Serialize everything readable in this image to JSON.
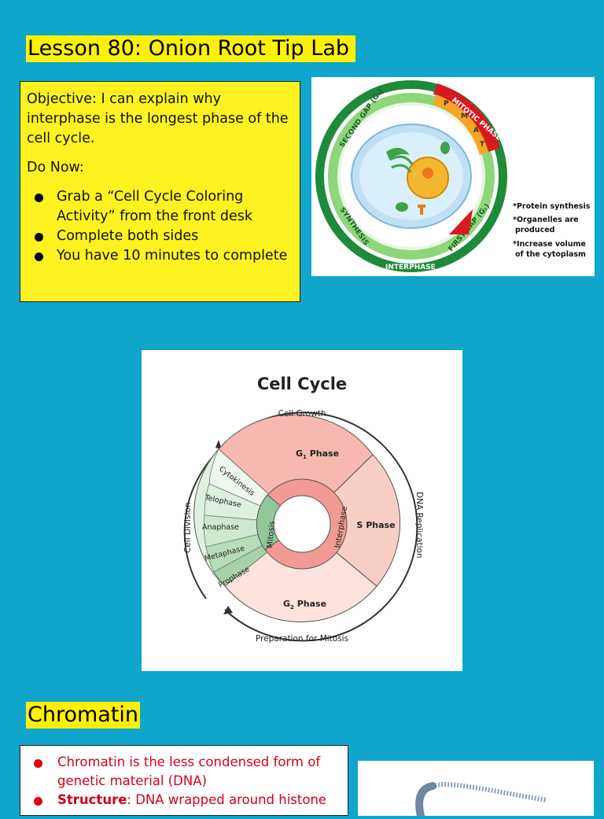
{
  "lesson_title": "Lesson 80: Onion Root Tip Lab",
  "objective": "Objective: I can explain why interphase is the longest phase of the cell cycle.",
  "do_now_label": "Do Now:",
  "do_now_items": [
    "Grab  a “Cell Cycle Coloring Activity” from the front desk",
    "Complete both sides",
    "You have 10 minutes to complete"
  ],
  "cell_image": {
    "ring_labels": {
      "mitotic_phase": "MITOTIC PHASE",
      "second_gap": "SECOND GAP (G₂)",
      "synthesis": "SYNTHESIS",
      "first_gap": "FIRST GAP (G₁)",
      "interphase": "INTERPHASE",
      "p": "P",
      "m": "M",
      "a": "A",
      "t": "T"
    },
    "notes": [
      "*Protein synthesis",
      "*Organelles are",
      "produced",
      "*Increase volume",
      "of the cytoplasm"
    ],
    "colors": {
      "ring_outer": "#1e8a3a",
      "ring_light": "#8ed67a",
      "mitotic": "#d71920",
      "cell": "#cde9f8"
    }
  },
  "cell_cycle": {
    "title": "Cell Cycle",
    "cell_growth": "Cell Growth",
    "dna_replication": "DNA Replication",
    "preparation": "Preparation for Mitosis",
    "cell_division": "Cell Division",
    "g1_prefix": "G",
    "g1_sub": "1",
    "g1_suffix": " Phase",
    "s_phase": "S Phase",
    "g2_prefix": "G",
    "g2_sub": "2",
    "g2_suffix": " Phase",
    "interphase": "Interphase",
    "mitosis": "Mitosis",
    "mitosis_stages": [
      "Cytokinesis",
      "Telophase",
      "Anaphase",
      "Metaphase",
      "Prophase"
    ],
    "colors": {
      "g1": "#f6b8b0",
      "s": "#f9cec6",
      "g2": "#fce3dd",
      "inner": "#f09a93",
      "mitosis_dark": "#8fc79a",
      "mitosis_light": "#dff0df"
    }
  },
  "chromatin_title": "Chromatin",
  "chromatin_bullets": [
    {
      "text": "Chromatin is the less condensed form of genetic material (DNA)"
    },
    {
      "bold": "Structure",
      "text": ": DNA wrapped around histone"
    }
  ]
}
